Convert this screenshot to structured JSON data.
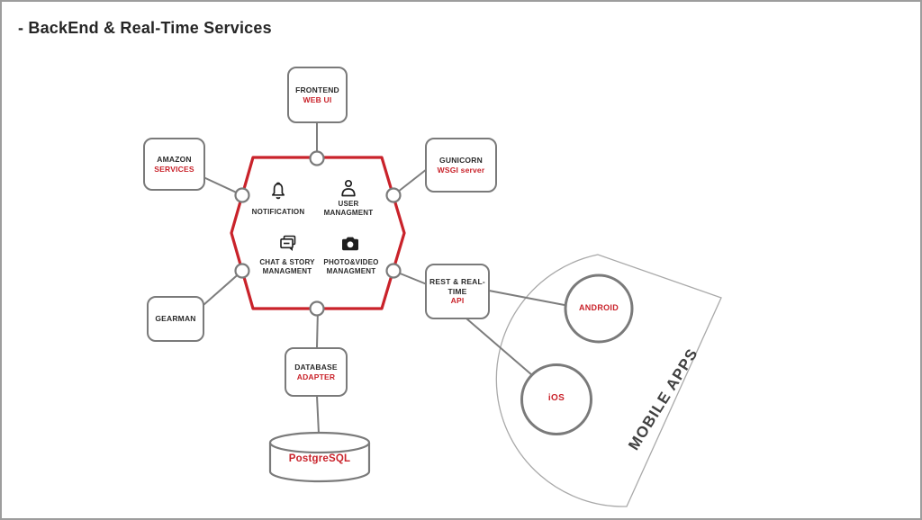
{
  "title": "- BackEnd & Real-Time Services",
  "hexagon": {
    "services": [
      {
        "icon": "bell-icon",
        "label": "NOTIFICATION"
      },
      {
        "icon": "user-icon",
        "label": "USER MANAGMENT"
      },
      {
        "icon": "chat-icon",
        "label": "CHAT & STORY MANAGMENT"
      },
      {
        "icon": "camera-icon",
        "label": "PHOTO&VIDEO MANAGMENT"
      }
    ]
  },
  "nodes": {
    "frontend": {
      "name": "FRONTEND",
      "sub": "WEB UI"
    },
    "amazon": {
      "name": "AMAZON",
      "sub": "SERVICES"
    },
    "gunicorn": {
      "name": "GUNICORN",
      "sub": "WSGI server"
    },
    "gearman": {
      "name": "GEARMAN"
    },
    "database_adapter": {
      "name": "DATABASE",
      "sub": "ADAPTER"
    },
    "rest_api": {
      "name": "REST & REAL-TIME",
      "sub": "API"
    }
  },
  "datastore": {
    "label": "PostgreSQL"
  },
  "mobile_region": {
    "label": "MOBILE APPS",
    "android_label": "ANDROID",
    "ios_label": "iOS"
  },
  "colors": {
    "accent_red": "#c9222a",
    "node_border_gray": "#7a7a7a",
    "connector_gray": "#7d7d7d",
    "region_outline_gray": "#a9a9a9",
    "text_dark": "#2b2b2b"
  }
}
